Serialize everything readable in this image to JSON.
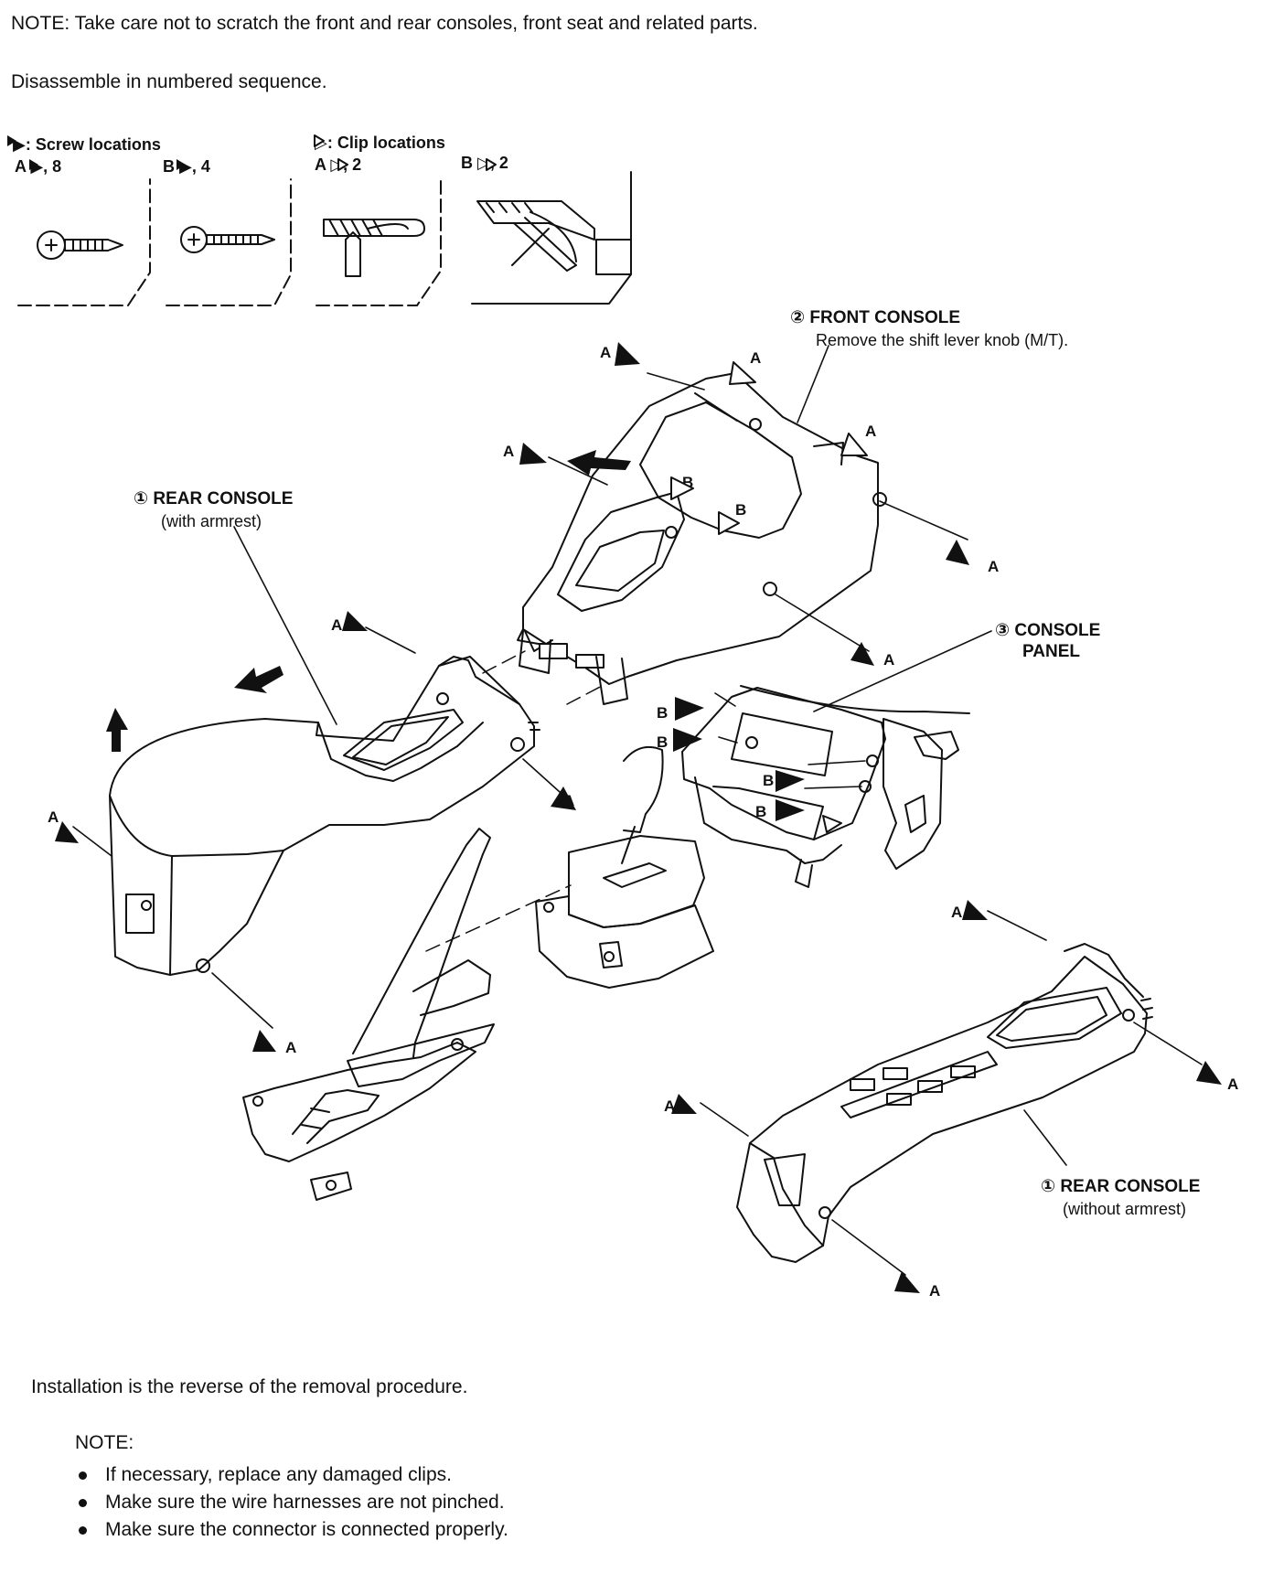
{
  "header": {
    "note": "NOTE:  Take care not to scratch the front and rear consoles, front seat and related parts.",
    "sequence": "Disassemble in numbered sequence."
  },
  "legend": {
    "screw_title": "▶: Screw locations",
    "screw_a": "A ▶, 8",
    "screw_b": "B ▶, 4",
    "clip_title": "▷: Clip locations",
    "clip_a": "A ▷, 2",
    "clip_b": "B ▷, 2"
  },
  "callouts": {
    "front_console_title": "② FRONT CONSOLE",
    "front_console_note": "Remove the shift lever knob (M/T).",
    "rear_console_armrest_title": "① REAR CONSOLE",
    "rear_console_armrest_note": "(with armrest)",
    "console_panel_title_1": "③ CONSOLE",
    "console_panel_title_2": "PANEL",
    "rear_console_no_armrest_title": "① REAR CONSOLE",
    "rear_console_no_armrest_note": "(without armrest)"
  },
  "point_labels": {
    "a": "A",
    "b": "B"
  },
  "footer": {
    "installation": "Installation is the reverse of the removal procedure.",
    "note_title": "NOTE:",
    "items": [
      "If necessary, replace any damaged clips.",
      "Make sure the wire harnesses are not pinched.",
      "Make sure the connector is connected properly."
    ]
  }
}
